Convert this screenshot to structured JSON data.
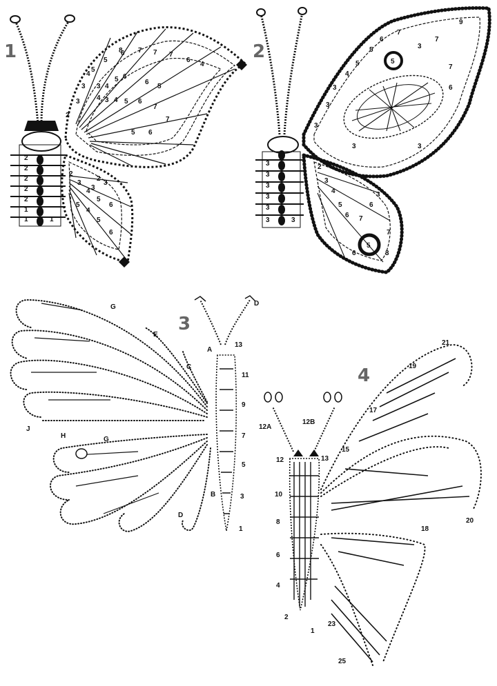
{
  "figures": [
    {
      "id": "1",
      "number": "1",
      "upper_wing_rows": [
        "2",
        "3",
        "3",
        "4",
        "5",
        "5",
        "6",
        "7",
        "8",
        "7",
        "7",
        "6",
        "4"
      ],
      "upper_wing_grid": [
        "3",
        "4",
        "5",
        "6",
        "6",
        "5",
        "4",
        "3",
        "4",
        "5",
        "6",
        "7",
        "7",
        "6",
        "5"
      ],
      "lower_wing_rows": [
        "2",
        "3",
        "4",
        "5",
        "6",
        "5",
        "4",
        "3",
        "2",
        "3",
        "5",
        "6"
      ],
      "body_rows": [
        "2",
        "2",
        "2",
        "2",
        "2",
        "1",
        "1",
        "1"
      ]
    },
    {
      "id": "2",
      "number": "2",
      "upper_wing_rows": [
        "3",
        "3",
        "3",
        "4",
        "5",
        "5",
        "6",
        "7",
        "3",
        "7",
        "9",
        "7",
        "6",
        "3",
        "5",
        "3"
      ],
      "lower_wing_rows": [
        "2",
        "3",
        "4",
        "5",
        "6",
        "7",
        "6",
        "3",
        "5",
        "6",
        "7",
        "3"
      ],
      "body_rows": [
        "3",
        "3",
        "3",
        "3",
        "3",
        "3",
        "3"
      ]
    },
    {
      "id": "3",
      "number": "3",
      "letters": [
        "G",
        "E",
        "C",
        "A",
        "J",
        "H",
        "G",
        "B",
        "D",
        "D"
      ],
      "body_rows": [
        "13",
        "11",
        "9",
        "7",
        "5",
        "3",
        "1"
      ]
    },
    {
      "id": "4",
      "number": "4",
      "antenna_labels": [
        "12A",
        "12B"
      ],
      "head_labels": [
        "12",
        "13"
      ],
      "body_rows": [
        "10",
        "8",
        "6",
        "4",
        "2",
        "1"
      ],
      "wing_rows": [
        "21",
        "19",
        "17",
        "15",
        "20",
        "18",
        "23",
        "25"
      ]
    }
  ],
  "colors": {
    "ink": "#111111",
    "label_gray": "#666666",
    "paper": "#ffffff"
  }
}
